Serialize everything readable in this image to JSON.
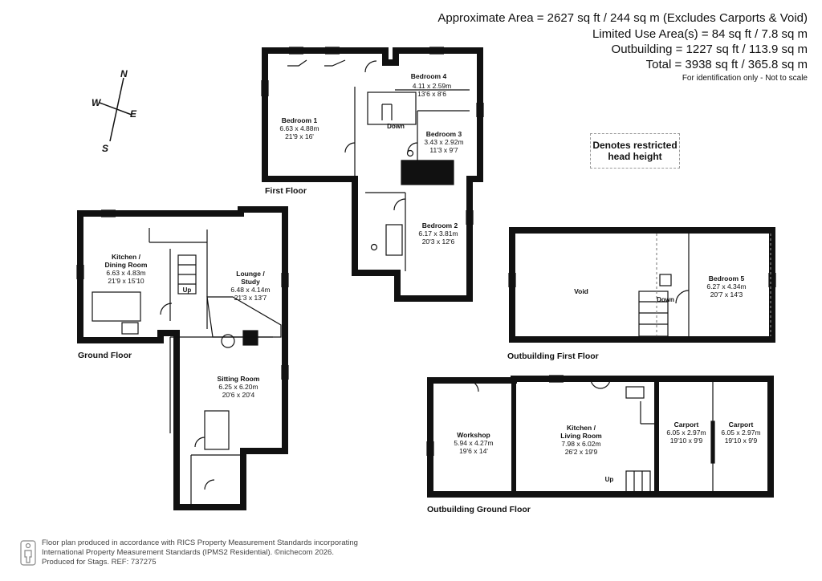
{
  "header": {
    "area_main": "Approximate Area = 2627 sq ft / 244 sq m (Excludes Carports & Void)",
    "area_limited": "Limited Use Area(s) = 84 sq ft / 7.8 sq m",
    "area_outbuilding": "Outbuilding = 1227 sq ft / 113.9 sq m",
    "area_total": "Total = 3938 sq ft / 365.8 sq m",
    "disclaimer": "For identification only - Not to scale"
  },
  "compass": {
    "n": "N",
    "s": "S",
    "e": "E",
    "w": "W"
  },
  "legend": {
    "line1": "Denotes restricted",
    "line2": "head height"
  },
  "floors": {
    "first": "First Floor",
    "ground": "Ground Floor",
    "out_first": "Outbuilding First Floor",
    "out_ground": "Outbuilding Ground Floor"
  },
  "rooms": {
    "bedroom1": {
      "name": "Bedroom 1",
      "metric": "6.63 x 4.88m",
      "imperial": "21'9 x 16'"
    },
    "bedroom4": {
      "name": "Bedroom 4",
      "metric": "4.11 x 2.59m",
      "imperial": "13'6 x 8'6"
    },
    "bedroom3": {
      "name": "Bedroom 3",
      "metric": "3.43 x 2.92m",
      "imperial": "11'3 x 9'7"
    },
    "bedroom2": {
      "name": "Bedroom 2",
      "metric": "6.17 x 3.81m",
      "imperial": "20'3 x 12'6"
    },
    "kitchen_dining": {
      "name1": "Kitchen /",
      "name2": "Dining Room",
      "metric": "6.63 x 4.83m",
      "imperial": "21'9 x 15'10"
    },
    "lounge": {
      "name1": "Lounge /",
      "name2": "Study",
      "metric": "6.48 x 4.14m",
      "imperial": "21'3 x 13'7"
    },
    "sitting": {
      "name": "Sitting Room",
      "metric": "6.25 x 6.20m",
      "imperial": "20'6 x 20'4"
    },
    "void": {
      "name": "Void"
    },
    "bedroom5": {
      "name": "Bedroom 5",
      "metric": "6.27 x 4.34m",
      "imperial": "20'7 x 14'3"
    },
    "workshop": {
      "name": "Workshop",
      "metric": "5.94 x 4.27m",
      "imperial": "19'6 x 14'"
    },
    "kitchen_living": {
      "name1": "Kitchen /",
      "name2": "Living Room",
      "metric": "7.98 x 6.02m",
      "imperial": "26'2 x 19'9"
    },
    "carport1": {
      "name": "Carport",
      "metric": "6.05 x 2.97m",
      "imperial": "19'10 x 9'9"
    },
    "carport2": {
      "name": "Carport",
      "metric": "6.05 x 2.97m",
      "imperial": "19'10 x 9'9"
    }
  },
  "stairs": {
    "down_first": "Down",
    "up_ground": "Up",
    "down_out": "Down",
    "up_out": "Up"
  },
  "footer": {
    "line1": "Floor plan produced in accordance with RICS Property Measurement Standards incorporating",
    "line2": "International Property Measurement Standards (IPMS2 Residential).  ©nichecom 2026.",
    "line3": "Produced for Stags.   REF: 737275"
  }
}
